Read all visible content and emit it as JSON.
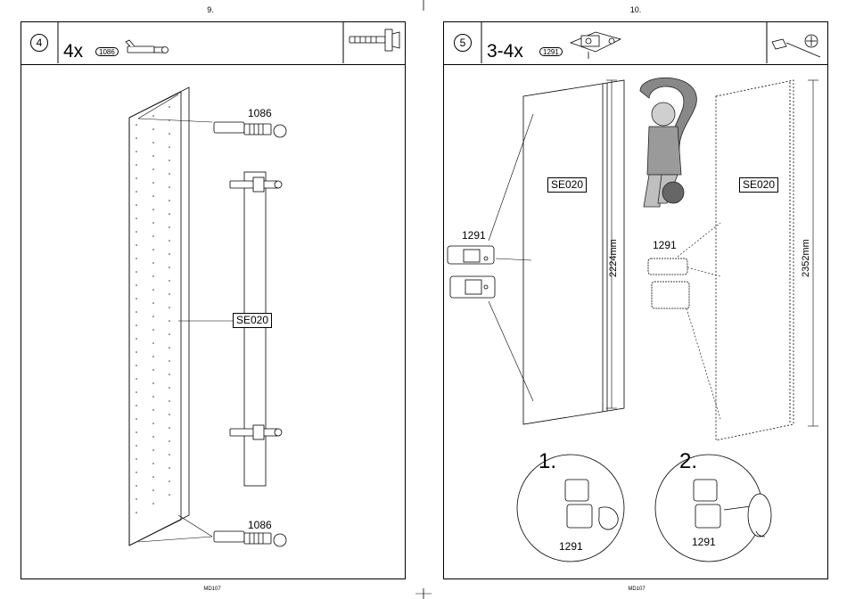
{
  "left_page": {
    "page_number": "9.",
    "footer_code": "MD107",
    "step_number": "4",
    "quantity": "4x",
    "part_code": "1086",
    "callout_top": "1086",
    "callout_bottom": "1086",
    "panel_label": "SE020",
    "icons": [
      "dowel-part-icon",
      "hammer-icon"
    ]
  },
  "right_page": {
    "page_number": "10.",
    "footer_code": "MD107",
    "step_number": "5",
    "quantity": "3-4x",
    "part_code": "1291",
    "panel_label_left": "SE020",
    "panel_label_right": "SE020",
    "hinge_label_left": "1291",
    "hinge_label_right": "1291",
    "dimension_left": "2224mm",
    "dimension_right": "2352mm",
    "detail_1_number": "1.",
    "detail_2_number": "2.",
    "detail_1_label": "1291",
    "detail_2_label": "1291",
    "icons": [
      "hinge-part-icon",
      "screwdriver-icon",
      "phillips-head-icon",
      "thinking-man-icon"
    ]
  }
}
